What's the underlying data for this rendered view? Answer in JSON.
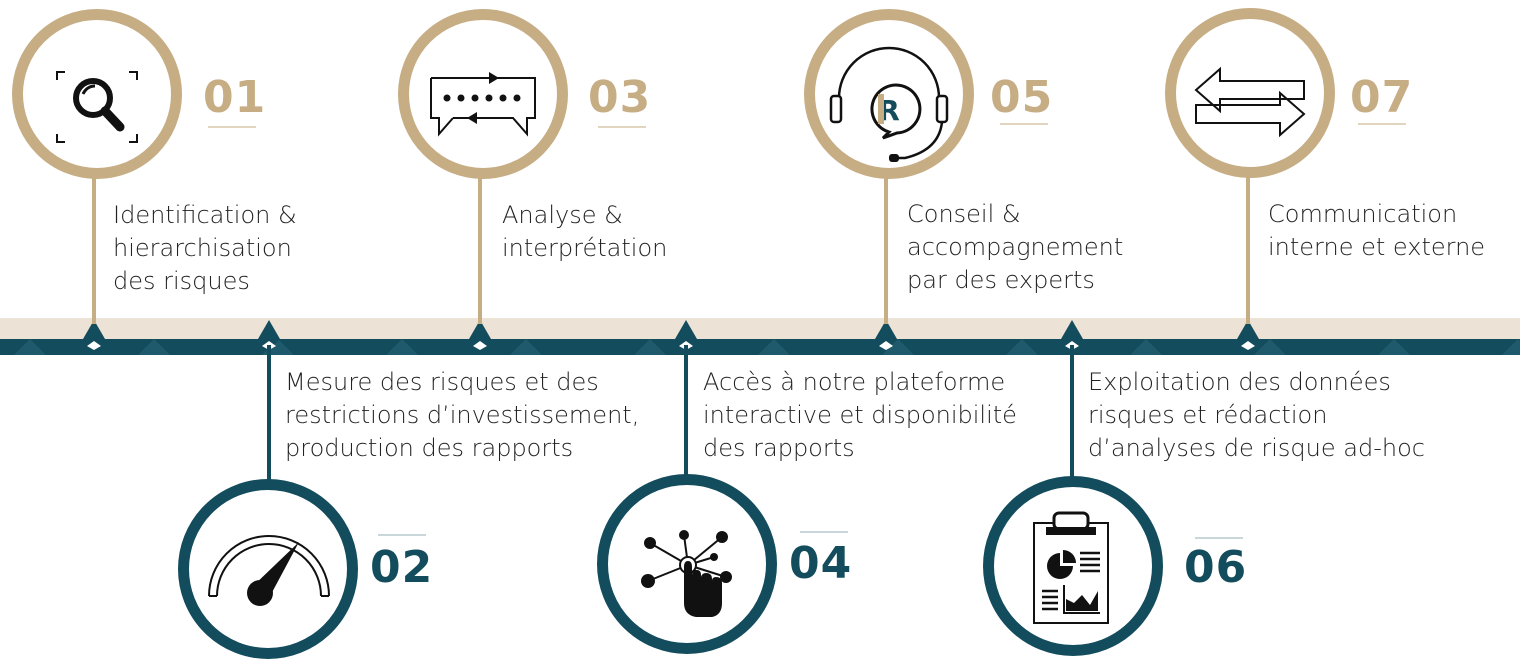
{
  "steps": [
    {
      "number": "01",
      "icon": "magnifier-icon",
      "lines": [
        "Identification &",
        "hierarchisation",
        "des risques"
      ]
    },
    {
      "number": "02",
      "icon": "gauge-icon",
      "lines": [
        "Mesure des risques et des",
        "restrictions d’investissement,",
        "production des rapports"
      ]
    },
    {
      "number": "03",
      "icon": "chat-exchange-icon",
      "lines": [
        "Analyse &",
        "interprétation"
      ]
    },
    {
      "number": "04",
      "icon": "touch-network-icon",
      "lines": [
        "Accès à notre plateforme",
        "interactive et disponibilité",
        "des rapports"
      ]
    },
    {
      "number": "05",
      "icon": "headset-icon",
      "logo_letter": "R",
      "lines": [
        "Conseil &",
        "accompagnement",
        "par des experts"
      ]
    },
    {
      "number": "06",
      "icon": "clipboard-report-icon",
      "lines": [
        "Exploitation des données",
        "risques et rédaction",
        "d’analyses de risque ad-hoc"
      ]
    },
    {
      "number": "07",
      "icon": "exchange-arrows-icon",
      "lines": [
        "Communication",
        "interne et externe"
      ]
    }
  ],
  "colors": {
    "gold": "#c6ad84",
    "teal": "#134c5c",
    "band": "#ece3d6",
    "text": "#222222"
  }
}
